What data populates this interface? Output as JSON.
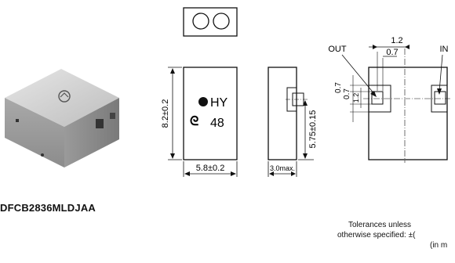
{
  "part_number": "DFCB2836MLDJAA",
  "marking": {
    "line1": "HY",
    "line2": "48"
  },
  "dimensions": {
    "height": "8.2±0.2",
    "width": "5.8±0.2",
    "depth": "3.0max.",
    "port_height": "5.75±0.15",
    "pitch_h1": "1.2",
    "pitch_h2": "0.7",
    "pitch_v1": "0.7",
    "pitch_v2": "1.2",
    "pitch_v3": "0.7"
  },
  "ports": {
    "out": "OUT",
    "in": "IN"
  },
  "notes": {
    "line1": "Tolerances unless",
    "line2": "otherwise specified: ±(",
    "line3": "(in m"
  },
  "colors": {
    "ink": "#111111",
    "component_body": "#b9b9b9"
  }
}
